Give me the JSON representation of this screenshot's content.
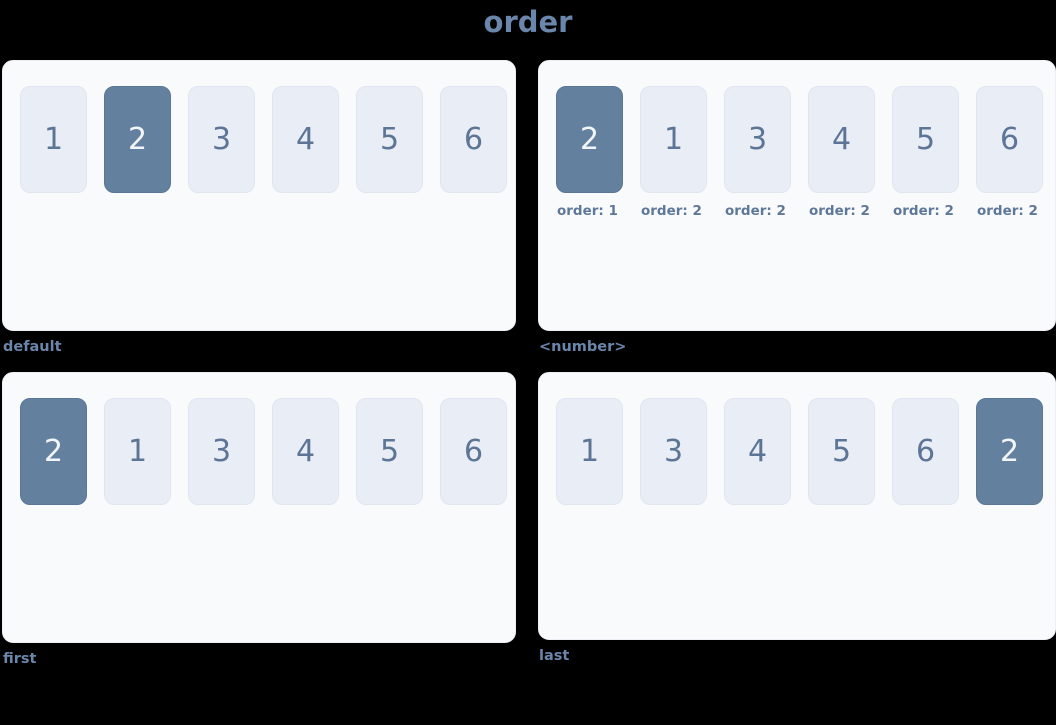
{
  "title": "order",
  "colors": {
    "background": "#000000",
    "panel_bg": "#f9fafc",
    "panel_border": "#eceff5",
    "item_bg": "#e9edf6",
    "item_border": "#e0e6f1",
    "item_text": "#5c7596",
    "item_active_bg": "#64809f",
    "item_active_text": "#f2f5f9",
    "title_text": "#6b86ab",
    "caption_text": "#6b86ab",
    "order_label_text": "#5f7899"
  },
  "blocks": [
    {
      "key": "default",
      "caption": "default",
      "items": [
        {
          "label": "1",
          "active": false,
          "order_label": null
        },
        {
          "label": "2",
          "active": true,
          "order_label": null
        },
        {
          "label": "3",
          "active": false,
          "order_label": null
        },
        {
          "label": "4",
          "active": false,
          "order_label": null
        },
        {
          "label": "5",
          "active": false,
          "order_label": null
        },
        {
          "label": "6",
          "active": false,
          "order_label": null
        }
      ]
    },
    {
      "key": "number",
      "caption": "<number>",
      "items": [
        {
          "label": "2",
          "active": true,
          "order_label": "order: 1"
        },
        {
          "label": "1",
          "active": false,
          "order_label": "order: 2"
        },
        {
          "label": "3",
          "active": false,
          "order_label": "order: 2"
        },
        {
          "label": "4",
          "active": false,
          "order_label": "order: 2"
        },
        {
          "label": "5",
          "active": false,
          "order_label": "order: 2"
        },
        {
          "label": "6",
          "active": false,
          "order_label": "order: 2"
        }
      ]
    },
    {
      "key": "first",
      "caption": "first",
      "items": [
        {
          "label": "2",
          "active": true,
          "order_label": null
        },
        {
          "label": "1",
          "active": false,
          "order_label": null
        },
        {
          "label": "3",
          "active": false,
          "order_label": null
        },
        {
          "label": "4",
          "active": false,
          "order_label": null
        },
        {
          "label": "5",
          "active": false,
          "order_label": null
        },
        {
          "label": "6",
          "active": false,
          "order_label": null
        }
      ]
    },
    {
      "key": "last",
      "caption": "last",
      "items": [
        {
          "label": "1",
          "active": false,
          "order_label": null
        },
        {
          "label": "3",
          "active": false,
          "order_label": null
        },
        {
          "label": "4",
          "active": false,
          "order_label": null
        },
        {
          "label": "5",
          "active": false,
          "order_label": null
        },
        {
          "label": "6",
          "active": false,
          "order_label": null
        },
        {
          "label": "2",
          "active": true,
          "order_label": null
        }
      ]
    }
  ]
}
